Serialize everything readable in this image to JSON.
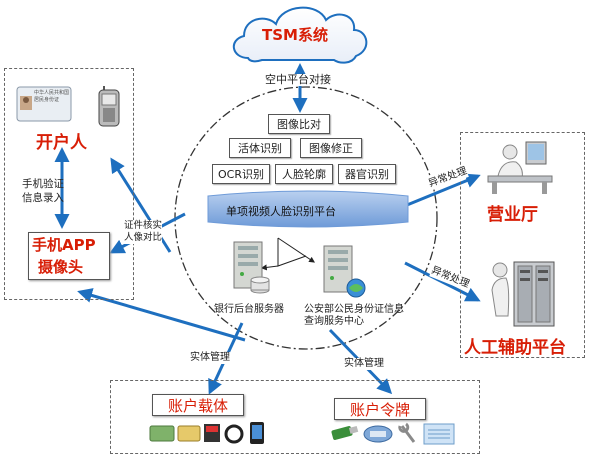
{
  "tsm": {
    "label": "TSM系统"
  },
  "air_link": {
    "label": "空中平台对接"
  },
  "platform": {
    "modules_row1": [
      "图像比对"
    ],
    "modules_row2": [
      "活体识别",
      "图像修正"
    ],
    "modules_row3": [
      "OCR识别",
      "人脸轮廓",
      "器官识别"
    ],
    "bar_label": "单项视频人脸识别平台"
  },
  "servers": {
    "bank": "银行后台服务器",
    "police": "公安部公民身份证信息查询服务中心"
  },
  "left": {
    "opener": "开户人",
    "verify": [
      "手机验证",
      "信息录入"
    ],
    "app": [
      "手机APP",
      "摄像头"
    ],
    "id_check": [
      "证件核实",
      "人像对比"
    ]
  },
  "right": {
    "exception1": "异常处理",
    "hall": "营业厅",
    "exception2": "异常处理",
    "assist": "人工辅助平台"
  },
  "bottom": {
    "entity1": "实体管理",
    "entity2": "实体管理",
    "carrier": "账户载体",
    "token": "账户令牌"
  },
  "id_card_text": "中华人民共和国 居民身份证",
  "colors": {
    "red": "#d81e06",
    "blue": "#1e6fbf",
    "bar": "#8fb4e3"
  }
}
